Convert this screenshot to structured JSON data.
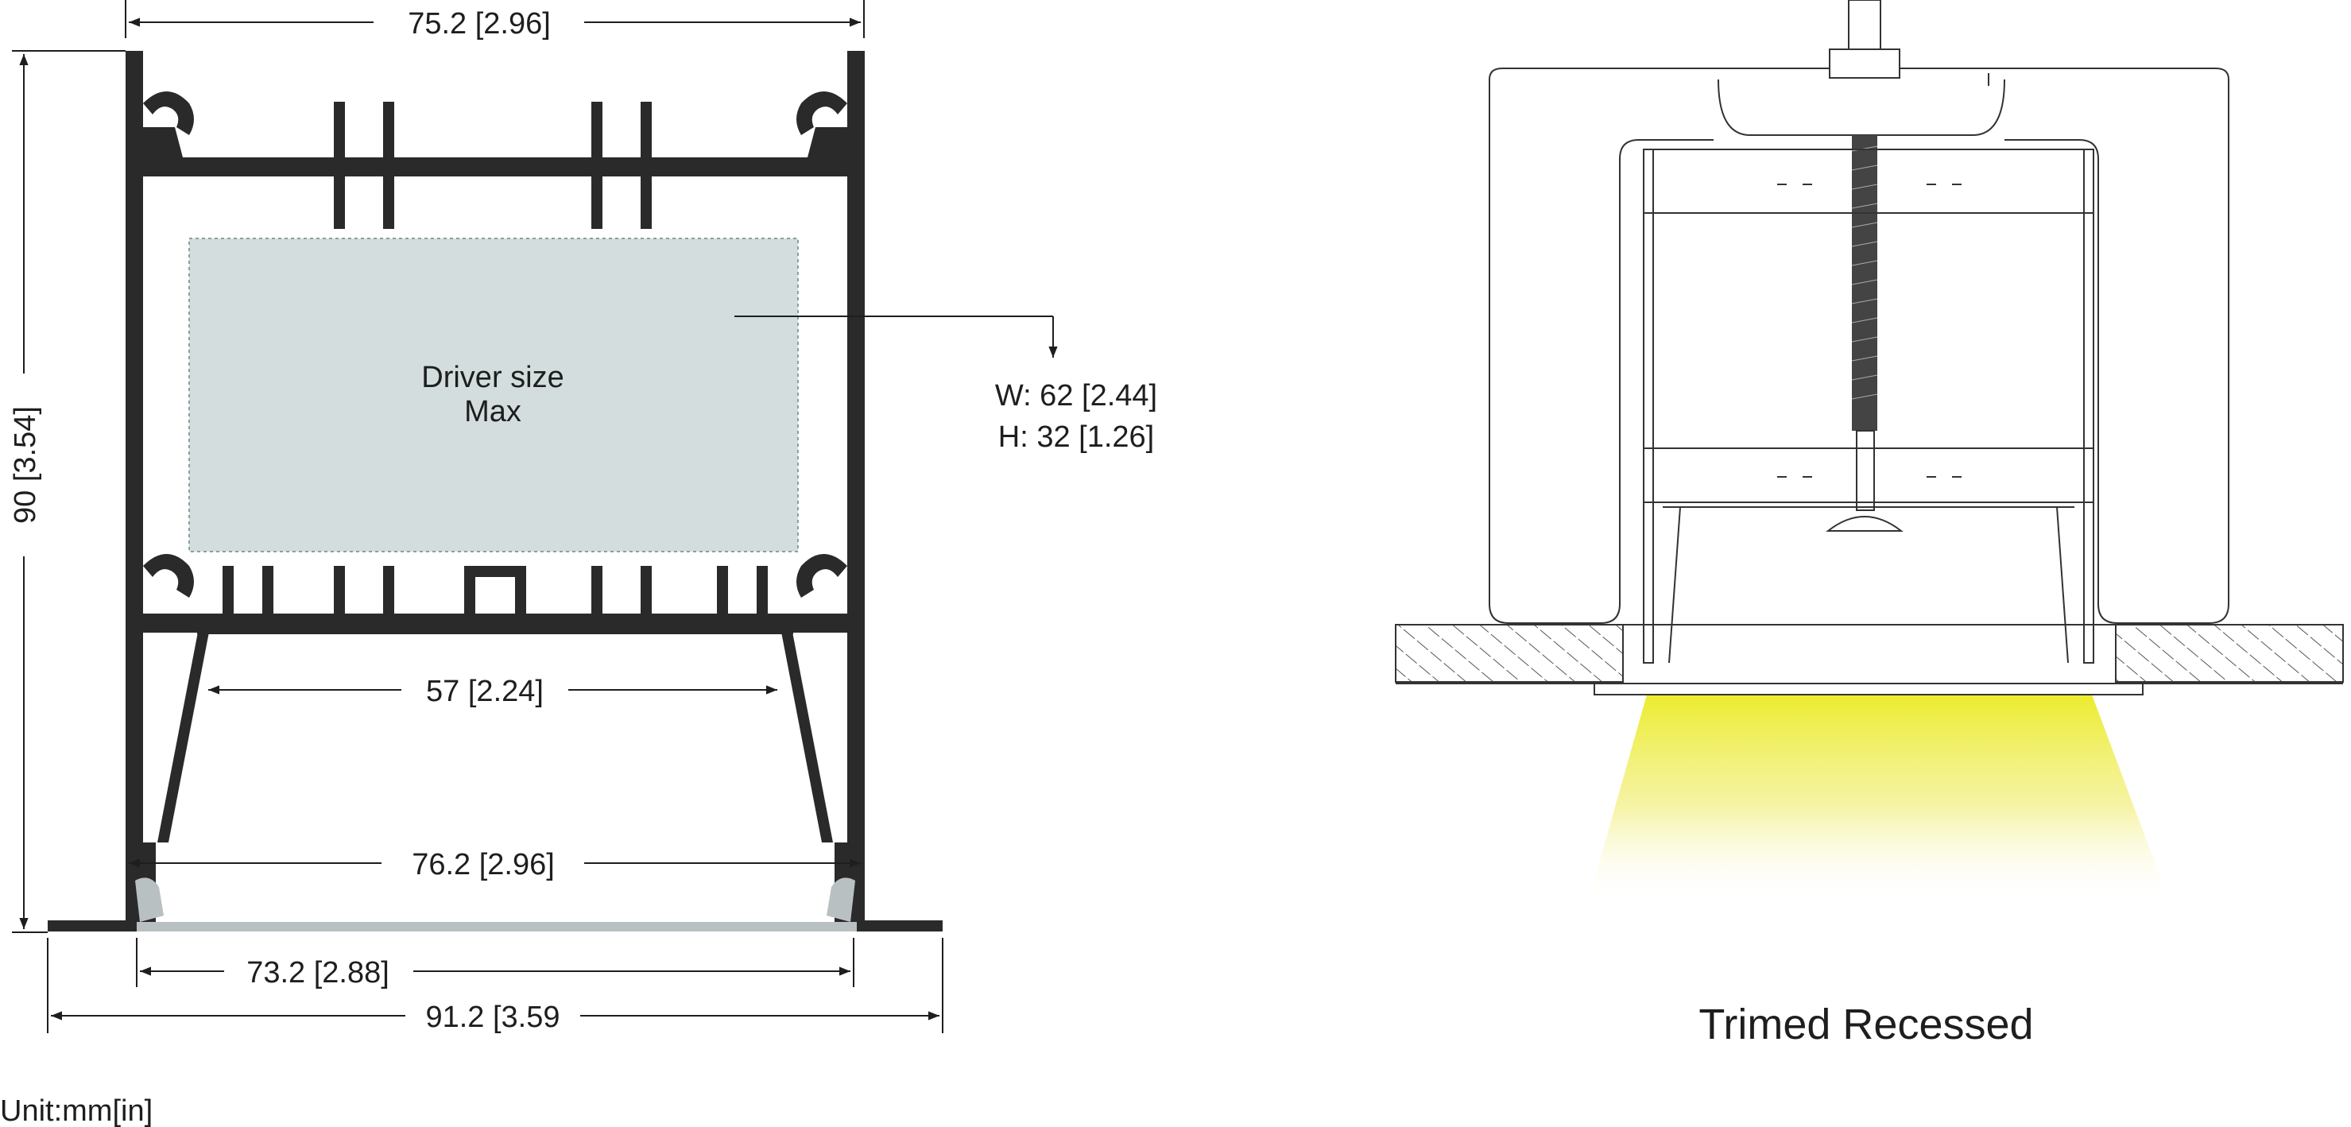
{
  "profile_section": {
    "dimensions": {
      "top_width": "75.2 [2.96]",
      "height": "90 [3.54]",
      "inner_width": "57 [2.24]",
      "lens_width": "76.2 [2.96]",
      "trim_inner_width": "73.2 [2.88]",
      "flange_width": "91.2 [3.59"
    },
    "driver_box": {
      "label_line1": "Driver size",
      "label_line2": "Max",
      "width_text": "W: 62 [2.44]",
      "height_text": "H: 32 [1.26]"
    }
  },
  "installation": {
    "caption": "Trimed Recessed"
  },
  "unit_note": "Unit:mm[in]",
  "colors": {
    "profile": "#2a2a2a",
    "driver_fill": "#d3dddd",
    "lens": "#b9c0c2",
    "light_beam": "#f0ee3a",
    "hatch": "#555555"
  }
}
